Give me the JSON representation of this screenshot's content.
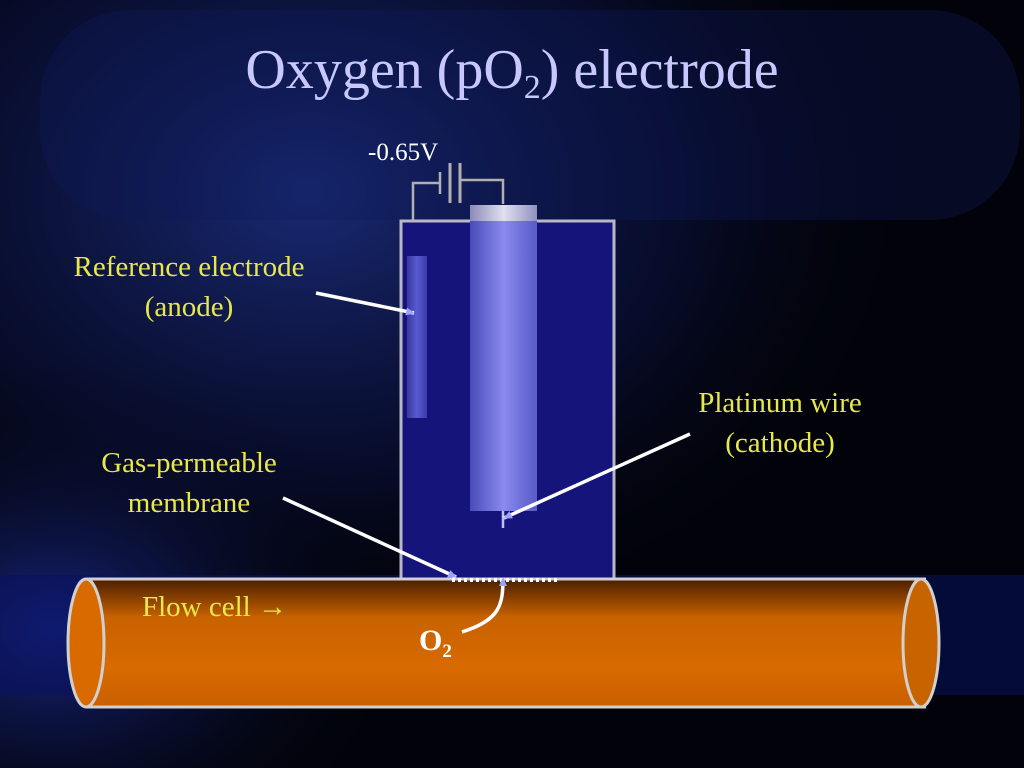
{
  "title": {
    "prefix": "Oxygen (pO",
    "subscript": "2",
    "suffix": ") electrode"
  },
  "voltage_label": "-0.65V",
  "labels": {
    "reference_line1": "Reference electrode",
    "reference_line2": "(anode)",
    "platinum_line1": "Platinum wire",
    "platinum_line2": "(cathode)",
    "membrane_line1": "Gas-permeable",
    "membrane_line2": "membrane",
    "flow_cell": "Flow cell →",
    "o2_main": "O",
    "o2_sub": "2"
  },
  "colors": {
    "background": "#02030a",
    "title": "#c8c8ff",
    "label": "#e8e84a",
    "electrolyte": "#14147a",
    "platinum_wire": "#7878e8",
    "flow_tube": "#d86a00",
    "arrow": "#ffffff"
  }
}
